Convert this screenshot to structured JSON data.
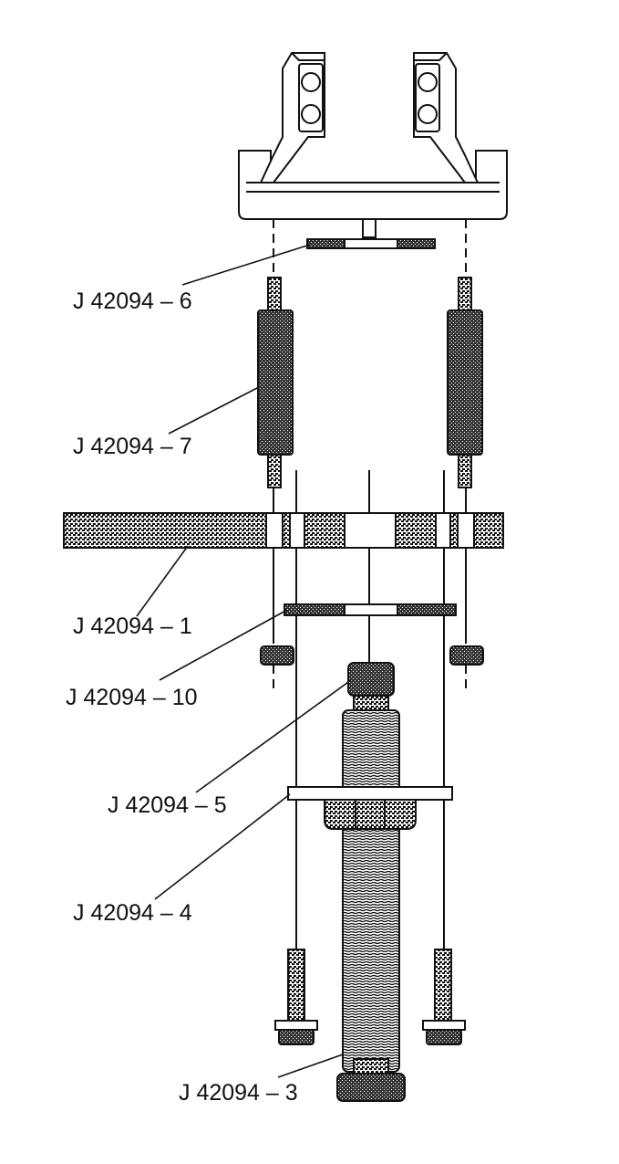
{
  "labels": {
    "p6": "J 42094 – 6",
    "p7": "J 42094 – 7",
    "p1": "J 42094 – 1",
    "p10": "J 42094 – 10",
    "p5": "J 42094 – 5",
    "p4": "J 42094 – 4",
    "p3": "J 42094 – 3"
  },
  "colors": {
    "ink": "#111111",
    "paper": "#ffffff"
  }
}
